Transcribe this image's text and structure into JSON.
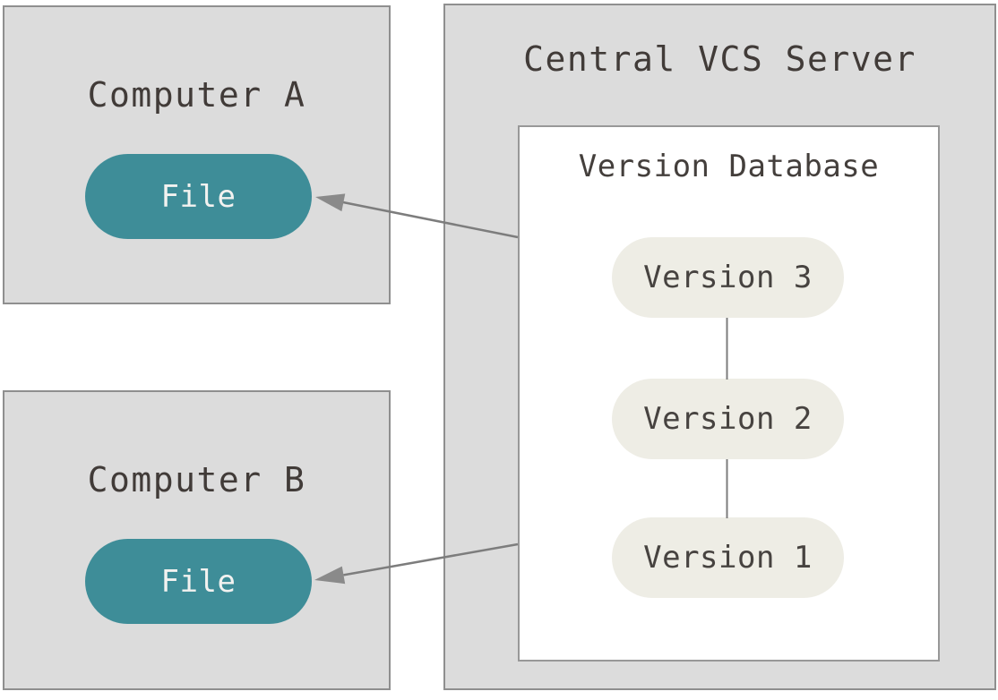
{
  "computer_a": {
    "title": "Computer A",
    "file_label": "File"
  },
  "computer_b": {
    "title": "Computer B",
    "file_label": "File"
  },
  "server": {
    "title": "Central VCS Server",
    "database": {
      "title": "Version Database",
      "versions": [
        "Version 3",
        "Version 2",
        "Version 1"
      ]
    }
  },
  "colors": {
    "box_fill": "#dcdcdc",
    "box_border": "#8f8f8f",
    "database_fill": "#ffffff",
    "pill_teal": "#3e8d98",
    "pill_light": "#eeede5",
    "text_dark": "#413b38",
    "text_on_teal": "#f2f2f0",
    "arrow_gray": "#7d7d7d"
  }
}
